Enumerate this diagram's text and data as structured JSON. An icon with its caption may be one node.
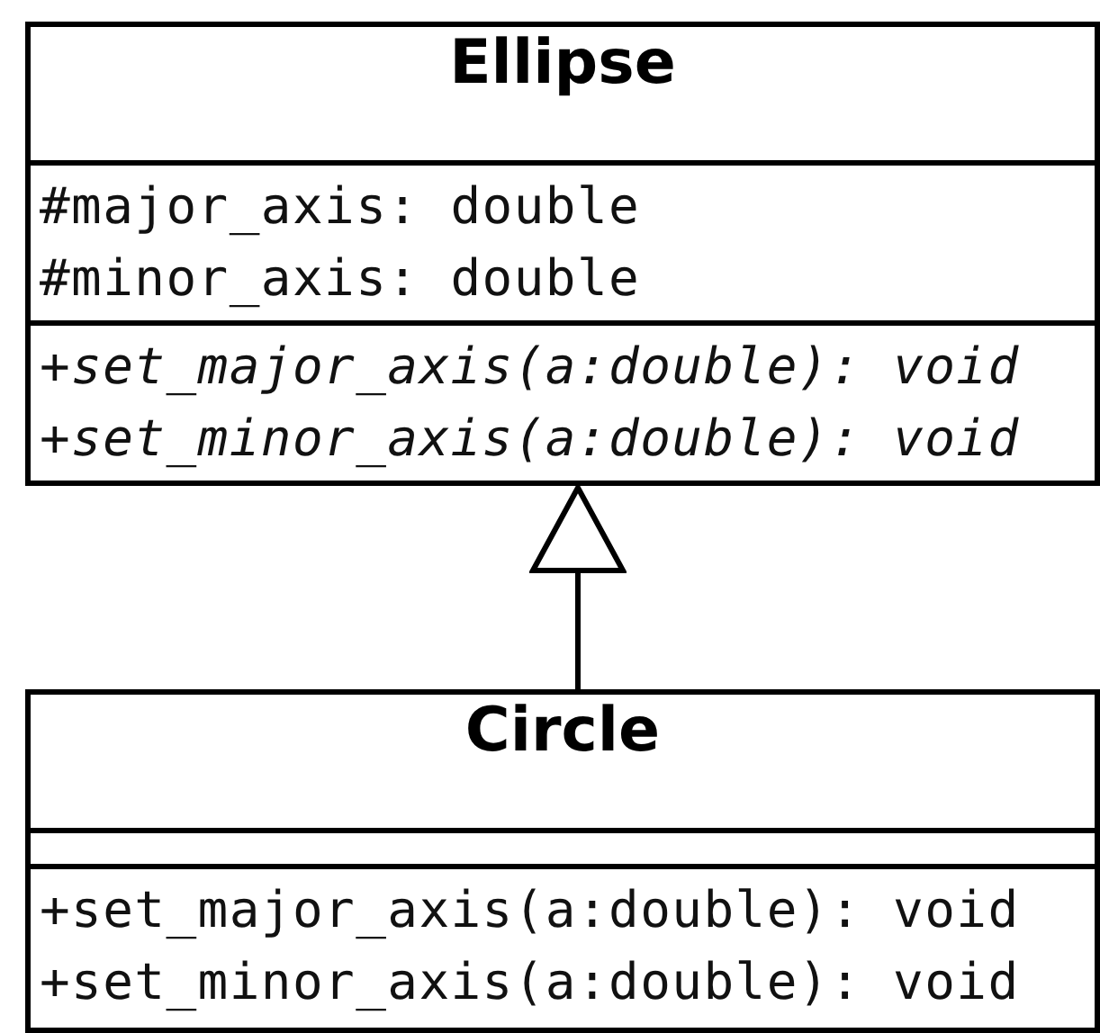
{
  "diagram": {
    "nodes": [
      {
        "text": [
          "Ellipse",
          "#major_axis: double",
          "#minor_axis: double",
          "+set_major_axis(a:double): void",
          "+set_minor_axis(a:double): void"
        ]
      },
      {
        "text": [
          "Circle",
          "+set_major_axis(a:double): void",
          "+set_minor_axis(a:double): void"
        ]
      }
    ],
    "edges": [
      {
        "from": 1,
        "to": 0,
        "arrow": "to"
      }
    ]
  }
}
